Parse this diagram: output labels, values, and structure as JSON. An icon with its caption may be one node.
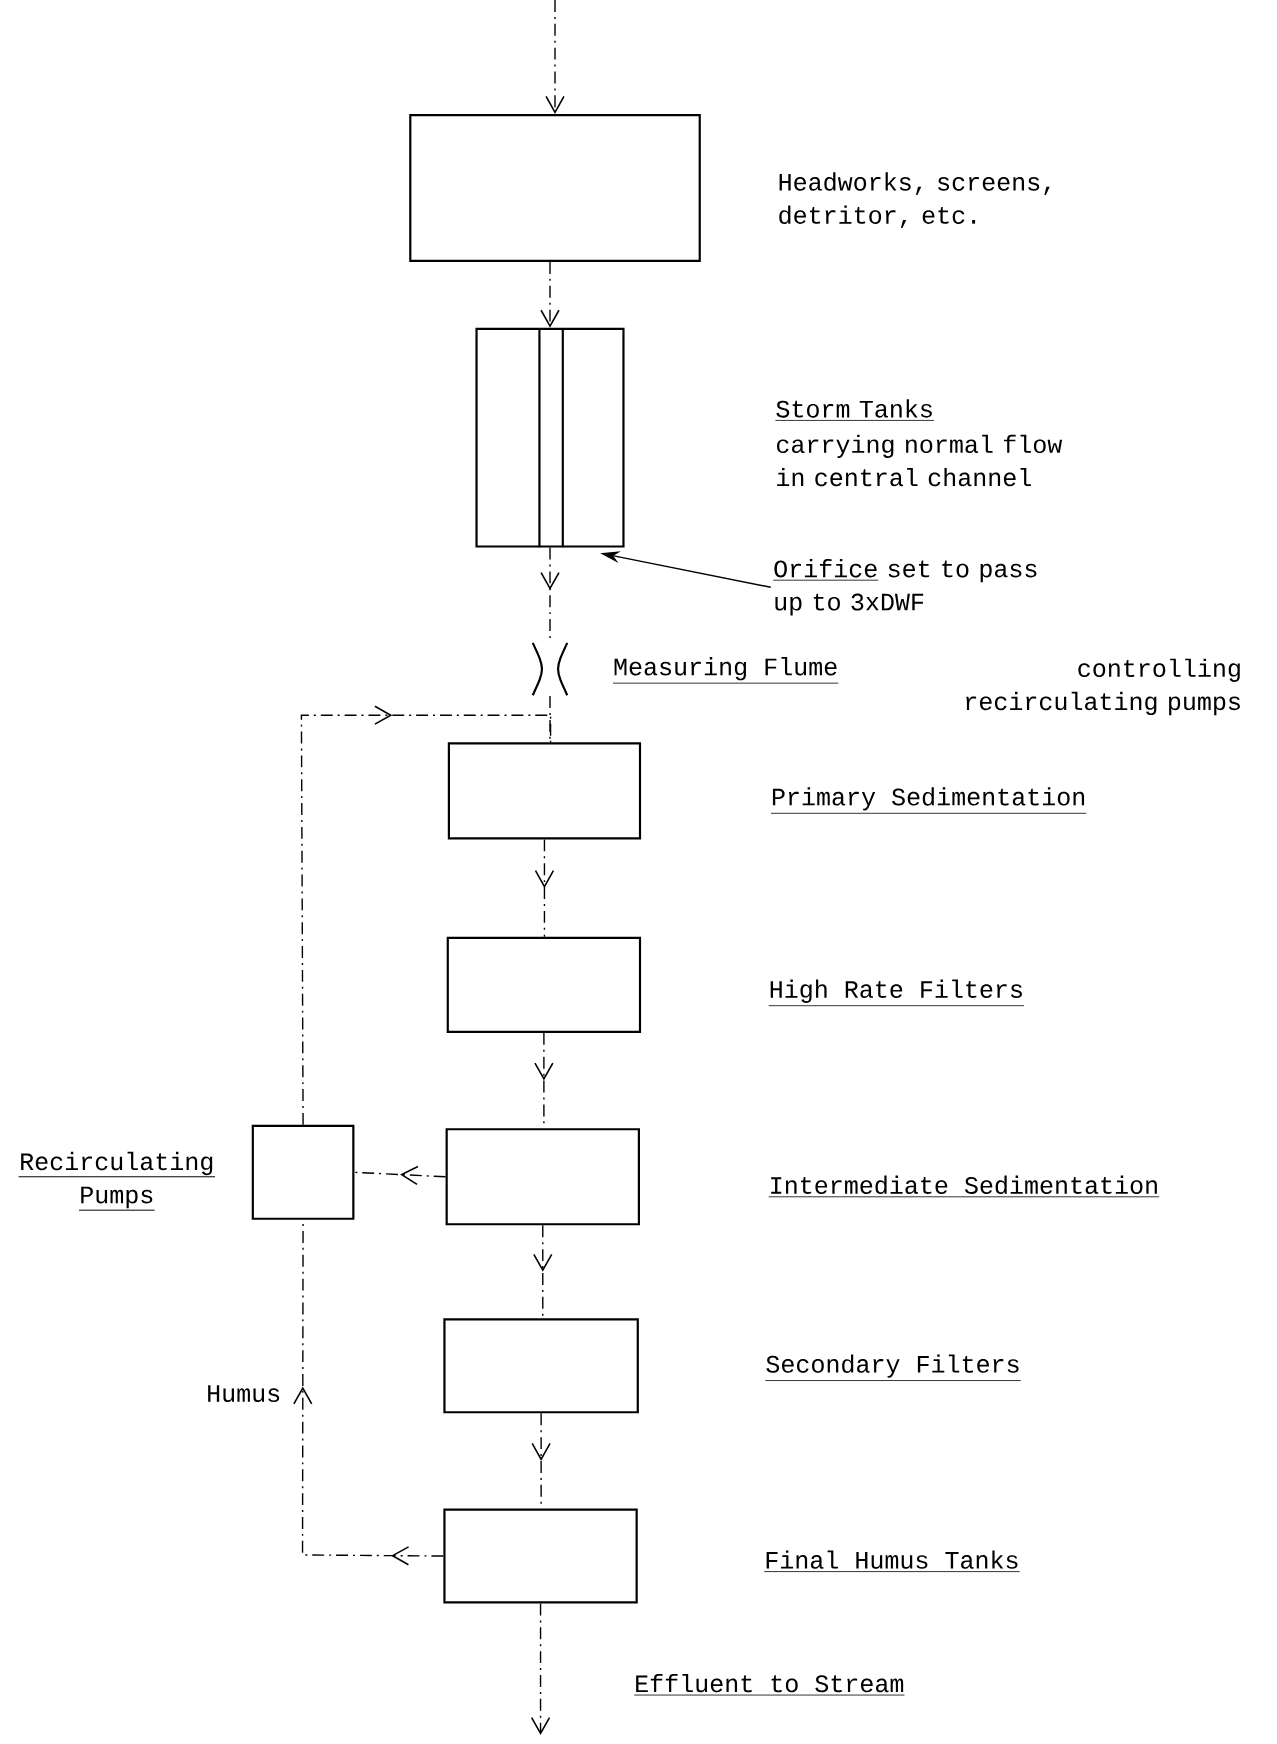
{
  "diagram": {
    "nodes": [
      {
        "text": [],
        "shape": "box",
        "beside": [
          "Headworks, screens, detritor, etc."
        ]
      },
      {
        "text": [],
        "shape": "box",
        "beside": [
          "Storm Tanks",
          "carrying normal flow in central channel"
        ]
      },
      {
        "text": [
          "Orifice",
          "set to pass up to 3xDWF"
        ]
      },
      {
        "text": [],
        "shape": "flume"
      },
      {
        "text": [],
        "shape": "box"
      },
      {
        "text": [],
        "shape": "box"
      },
      {
        "text": [],
        "shape": "box"
      },
      {
        "text": [],
        "shape": "box",
        "beside": [
          "Recirculating Pumps"
        ]
      },
      {
        "text": [],
        "shape": "box"
      },
      {
        "text": [],
        "shape": "box"
      }
    ],
    "edges": [
      {
        "from": null,
        "to": 0,
        "arrow": "to",
        "style": "dashed"
      },
      {
        "from": 0,
        "to": 1,
        "arrow": "to",
        "style": "dashed"
      },
      {
        "from": 2,
        "to": 1,
        "arrow": "to"
      },
      {
        "from": 1,
        "to": 3,
        "arrow": "to",
        "style": "dashed"
      },
      {
        "from": 3,
        "to": 4,
        "arrow": "none",
        "style": "dashed"
      },
      {
        "from": 4,
        "to": 5,
        "arrow": "to",
        "style": "dashed"
      },
      {
        "from": 5,
        "to": 6,
        "arrow": "to",
        "style": "dashed"
      },
      {
        "from": 6,
        "to": 7,
        "arrow": "to",
        "style": "dashed"
      },
      {
        "from": 7,
        "to": 4,
        "arrow": "to",
        "style": "dashed"
      },
      {
        "from": 6,
        "to": 8,
        "arrow": "to",
        "style": "dashed"
      },
      {
        "from": 8,
        "to": 9,
        "arrow": "to",
        "style": "dashed"
      },
      {
        "from": 9,
        "to": 7,
        "arrow": "to",
        "style": "dashed",
        "label": "Humus"
      },
      {
        "from": 9,
        "to": null,
        "arrow": "to",
        "style": "dashed",
        "label": "Effluent to Stream"
      }
    ],
    "labels": [
      "Measuring Flume",
      "controlling recirculating pumps",
      "Primary Sedimentation",
      "High Rate Filters",
      "Intermediate Sedimentation",
      "Secondary Filters",
      "Final Humus Tanks"
    ]
  }
}
